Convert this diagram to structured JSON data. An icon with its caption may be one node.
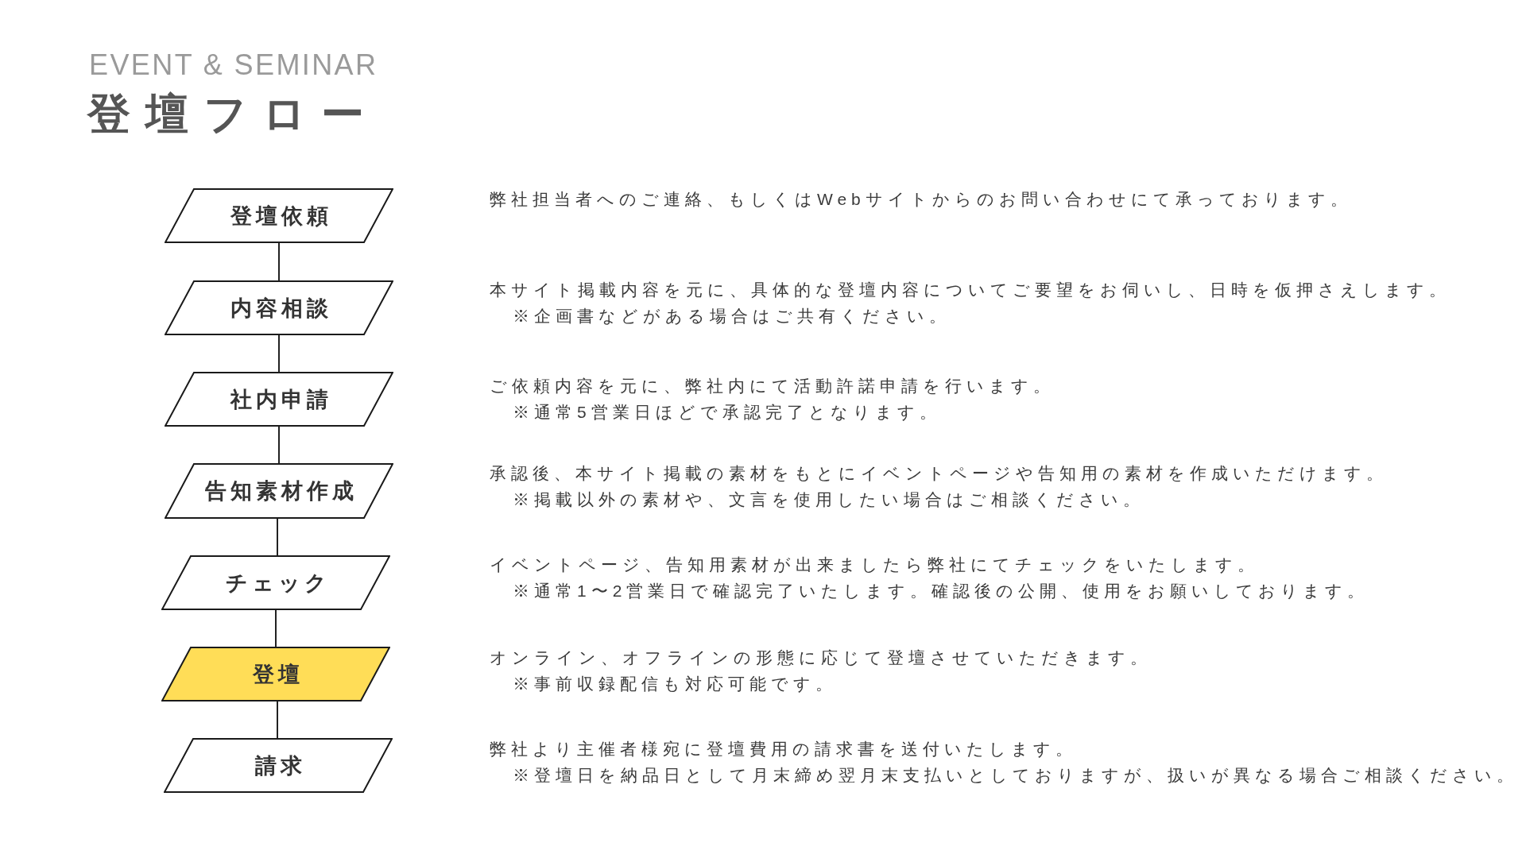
{
  "diagram": {
    "title": "登壇フロー",
    "labels": [
      "EVENT & SEMINAR",
      "弊社担当者へのご連絡、もしくはWebサイトからのお問い合わせにて承っております。",
      "本サイト掲載内容を元に、具体的な登壇内容についてご要望をお伺いし、日時を仮押さえします。",
      "※企画書などがある場合はご共有ください。",
      "ご依頼内容を元に、弊社内にて活動許諾申請を行います。",
      "※通常5営業日ほどで承認完了となります。",
      "承認後、本サイト掲載の素材をもとにイベントページや告知用の素材を作成いただけます。",
      "※掲載以外の素材や、文言を使用したい場合はご相談ください。",
      "イベントページ、告知用素材が出来ましたら弊社にてチェックをいたします。",
      "※通常1〜2営業日で確認完了いたします。確認後の公開、使用をお願いしております。",
      "オンライン、オフラインの形態に応じて登壇させていただきます。",
      "※事前収録配信も対応可能です。",
      "弊社より主催者様宛に登壇費用の請求書を送付いたします。",
      "※登壇日を納品日として月末締め翌月末支払いとしておりますが、扱いが異なる場合ご相談ください。"
    ],
    "nodes": [
      {
        "text": [
          "登壇依頼"
        ]
      },
      {
        "text": [
          "内容相談"
        ]
      },
      {
        "text": [
          "社内申請"
        ]
      },
      {
        "text": [
          "告知素材作成"
        ]
      },
      {
        "text": [
          "チェック"
        ]
      },
      {
        "text": [
          "登壇"
        ]
      },
      {
        "text": [
          "請求"
        ]
      }
    ],
    "edges": [
      {
        "from": 0,
        "to": 1,
        "arrow": "none"
      },
      {
        "from": 1,
        "to": 2,
        "arrow": "none"
      },
      {
        "from": 2,
        "to": 3,
        "arrow": "none"
      },
      {
        "from": 3,
        "to": 4,
        "arrow": "none"
      },
      {
        "from": 4,
        "to": 5,
        "arrow": "none"
      },
      {
        "from": 5,
        "to": 6,
        "arrow": "none"
      }
    ]
  }
}
